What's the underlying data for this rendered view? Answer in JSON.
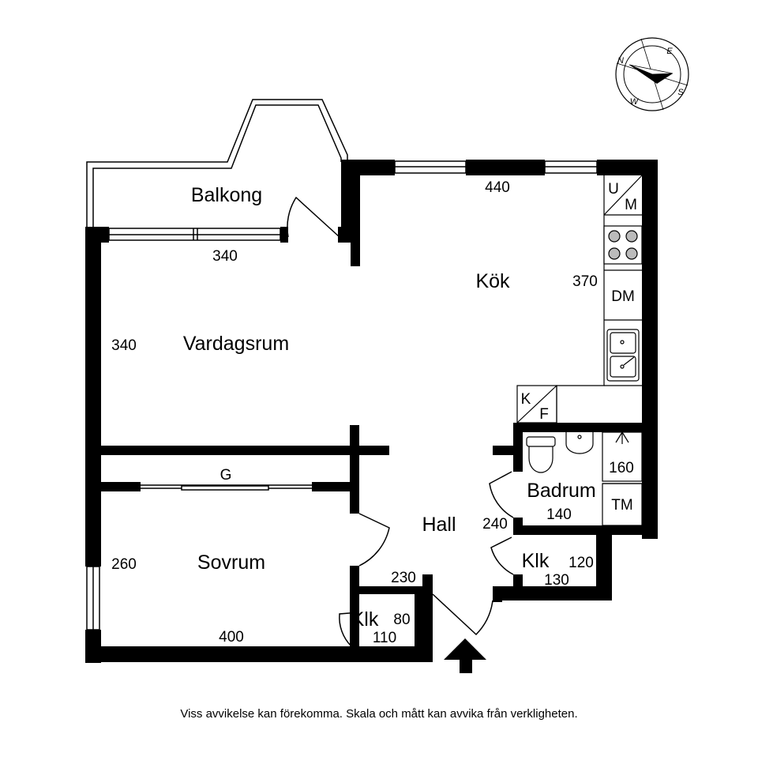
{
  "rooms": {
    "balkong": "Balkong",
    "kok": "Kök",
    "vardagsrum": "Vardagsrum",
    "badrum": "Badrum",
    "hall": "Hall",
    "sovrum": "Sovrum",
    "klk_small_right": "Klk",
    "klk_small_left": "Klk"
  },
  "dimensions": {
    "kok_width": "440",
    "kok_depth": "370",
    "vardagsrum_width": "340",
    "vardagsrum_depth": "340",
    "badrum_width": "140",
    "badrum_depth": "160",
    "hall_depth": "240",
    "hall_width": "230",
    "klk_right_width": "130",
    "klk_right_depth": "120",
    "sovrum_width": "400",
    "sovrum_depth": "260",
    "klk_left_width": "110",
    "klk_left_depth": "80"
  },
  "appliances": {
    "oven_top": "U",
    "oven_bottom": "M",
    "dishwasher": "DM",
    "fridge_top": "K",
    "fridge_bottom": "F",
    "dryer": "TM",
    "wardrobe": "G"
  },
  "compass": {
    "n": "N",
    "e": "E",
    "s": "S",
    "w": "W"
  },
  "disclaimer": "Viss avvikelse kan förekomma. Skala och mått kan avvika från verkligheten."
}
